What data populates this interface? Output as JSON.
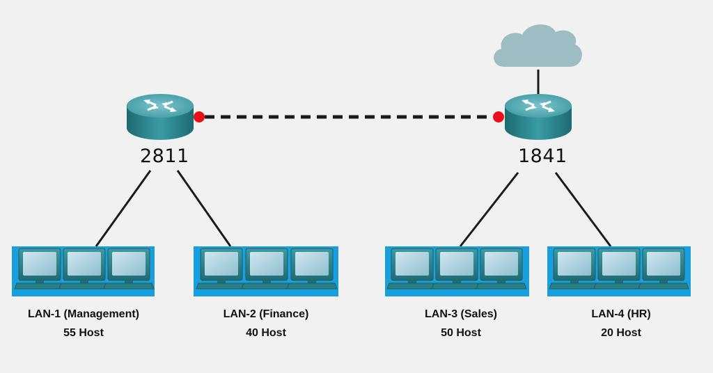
{
  "diagram": {
    "routers": [
      {
        "id": "r1",
        "label": "2811"
      },
      {
        "id": "r2",
        "label": "1841"
      }
    ],
    "lans": [
      {
        "name": "LAN-1 (Management)",
        "hosts": "55 Host"
      },
      {
        "name": "LAN-2 (Finance)",
        "hosts": "40 Host"
      },
      {
        "name": "LAN-3 (Sales)",
        "hosts": "50 Host"
      },
      {
        "name": "LAN-4 (HR)",
        "hosts": "20 Host"
      }
    ],
    "links": [
      {
        "from": "r1",
        "to": "r2",
        "style": "serial-dashed"
      },
      {
        "from": "r1",
        "to": "lan1"
      },
      {
        "from": "r1",
        "to": "lan2"
      },
      {
        "from": "r2",
        "to": "lan3"
      },
      {
        "from": "r2",
        "to": "lan4"
      },
      {
        "from": "r2",
        "to": "cloud"
      }
    ],
    "icons": {
      "router": "router-icon",
      "cloud": "cloud-icon",
      "workstation": "workstation-icon"
    },
    "colors": {
      "router_body": "#2f8d95",
      "router_top": "#66b8bf",
      "cloud": "#9dbcc4",
      "lan_panel": "#1a9fde",
      "serial_endpoint": "#e8101a",
      "link": "#1a1a1a"
    }
  }
}
